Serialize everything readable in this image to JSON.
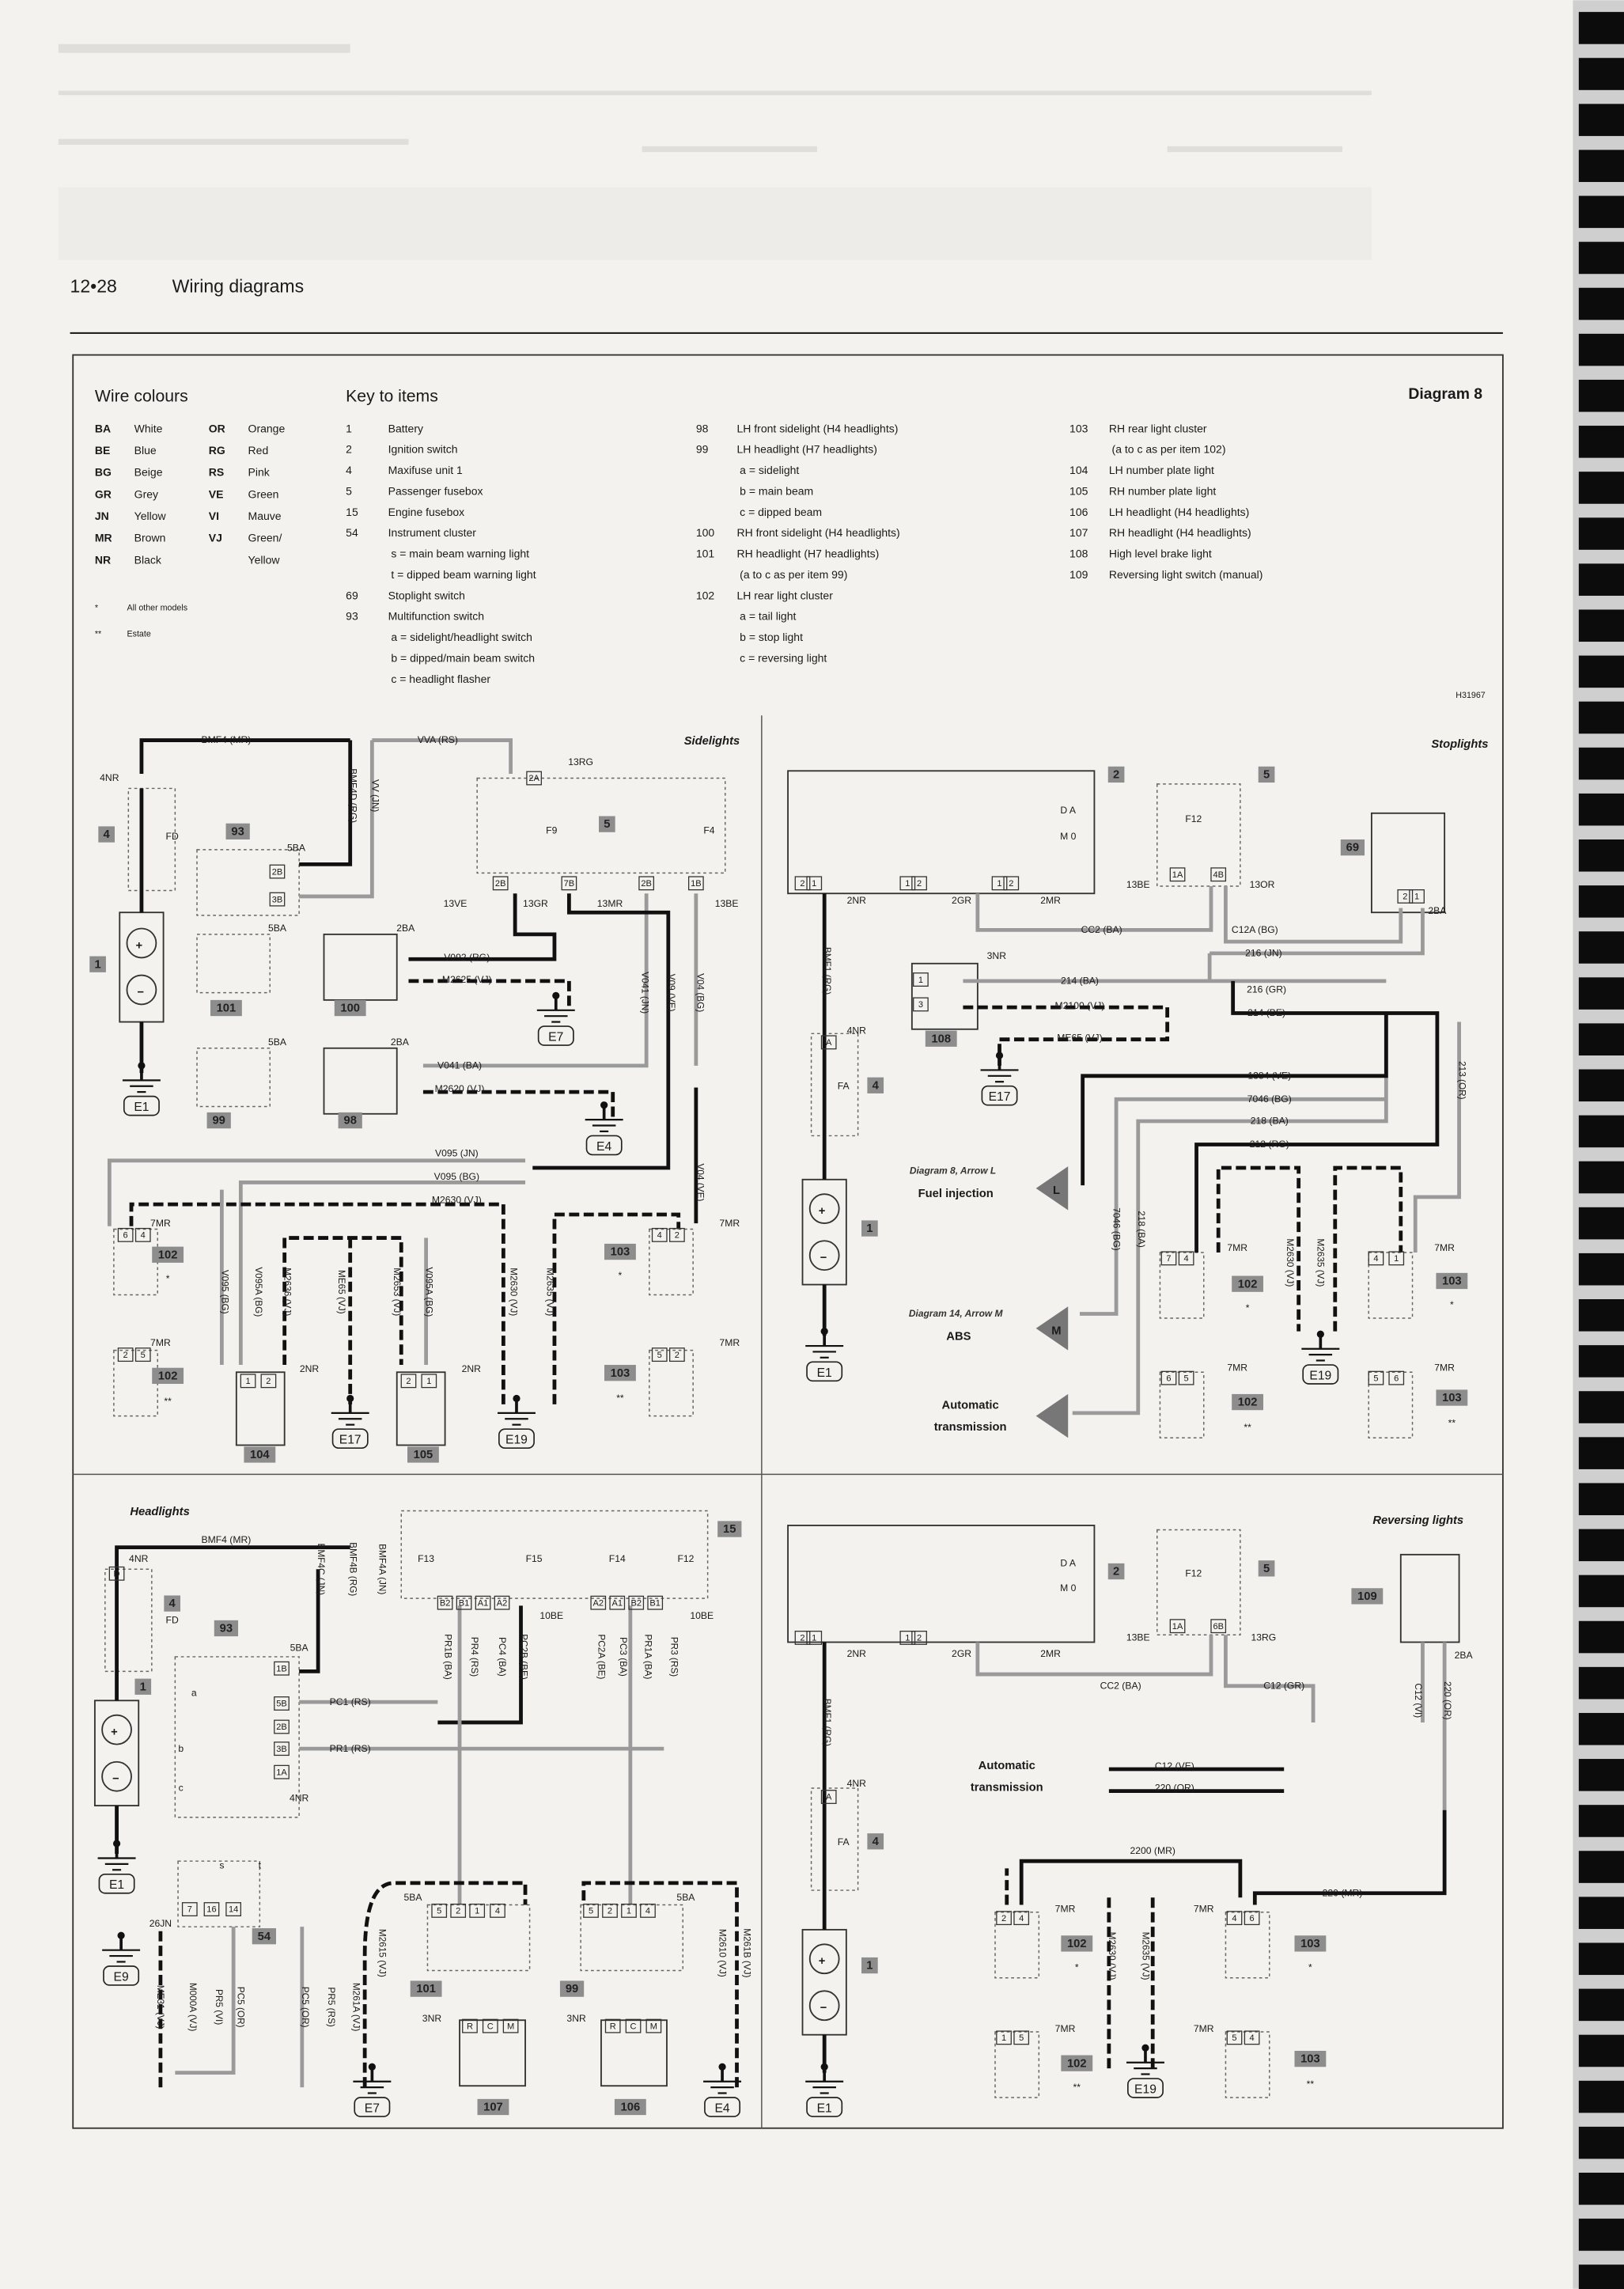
{
  "header": {
    "page": "12•28",
    "title": "Wiring diagrams"
  },
  "diagram_label": "Diagram 8",
  "drawing_code": "H31967",
  "wire_colours": {
    "heading": "Wire colours",
    "left": [
      {
        "code": "BA",
        "name": "White"
      },
      {
        "code": "BE",
        "name": "Blue"
      },
      {
        "code": "BG",
        "name": "Beige"
      },
      {
        "code": "GR",
        "name": "Grey"
      },
      {
        "code": "JN",
        "name": "Yellow"
      },
      {
        "code": "MR",
        "name": "Brown"
      },
      {
        "code": "NR",
        "name": "Black"
      }
    ],
    "right": [
      {
        "code": "OR",
        "name": "Orange"
      },
      {
        "code": "RG",
        "name": "Red"
      },
      {
        "code": "RS",
        "name": "Pink"
      },
      {
        "code": "VE",
        "name": "Green"
      },
      {
        "code": "VI",
        "name": "Mauve"
      },
      {
        "code": "VJ",
        "name": "Green/"
      },
      {
        "code": "",
        "name": "Yellow"
      }
    ],
    "notes": [
      {
        "symbol": "*",
        "text": "All other models"
      },
      {
        "symbol": "**",
        "text": "Estate"
      }
    ]
  },
  "key": {
    "heading": "Key to items",
    "columns": [
      [
        {
          "num": "1",
          "text": "Battery"
        },
        {
          "num": "2",
          "text": "Ignition switch"
        },
        {
          "num": "4",
          "text": "Maxifuse unit 1"
        },
        {
          "num": "5",
          "text": "Passenger fusebox"
        },
        {
          "num": "15",
          "text": "Engine fusebox"
        },
        {
          "num": "54",
          "text": "Instrument cluster"
        },
        {
          "num": "",
          "text": "s = main beam warning light"
        },
        {
          "num": "",
          "text": "t  = dipped beam warning light"
        },
        {
          "num": "69",
          "text": "Stoplight switch"
        },
        {
          "num": "93",
          "text": "Multifunction switch"
        },
        {
          "num": "",
          "text": "a = sidelight/headlight switch"
        },
        {
          "num": "",
          "text": "b = dipped/main beam switch"
        },
        {
          "num": "",
          "text": "c = headlight flasher"
        }
      ],
      [
        {
          "num": "98",
          "text": "LH front sidelight (H4 headlights)"
        },
        {
          "num": "99",
          "text": "LH headlight (H7 headlights)"
        },
        {
          "num": "",
          "text": "a = sidelight"
        },
        {
          "num": "",
          "text": "b = main beam"
        },
        {
          "num": "",
          "text": "c = dipped beam"
        },
        {
          "num": "100",
          "text": "RH front sidelight (H4 headlights)"
        },
        {
          "num": "101",
          "text": "RH headlight (H7 headlights)"
        },
        {
          "num": "",
          "text": "(a to c as per item 99)"
        },
        {
          "num": "102",
          "text": "LH rear light cluster"
        },
        {
          "num": "",
          "text": "a = tail light"
        },
        {
          "num": "",
          "text": "b = stop light"
        },
        {
          "num": "",
          "text": "c = reversing light"
        }
      ],
      [
        {
          "num": "103",
          "text": "RH rear light cluster"
        },
        {
          "num": "",
          "text": "(a to c as per item 102)"
        },
        {
          "num": "104",
          "text": "LH number plate light"
        },
        {
          "num": "105",
          "text": "RH number plate light"
        },
        {
          "num": "106",
          "text": "LH headlight (H4 headlights)"
        },
        {
          "num": "107",
          "text": "RH headlight (H4 headlights)"
        },
        {
          "num": "108",
          "text": "High level brake light"
        },
        {
          "num": "109",
          "text": "Reversing light switch (manual)"
        }
      ]
    ]
  },
  "panels": {
    "sidelights": {
      "labels": [
        "BMF4 (MR)",
        "VVA (RS)",
        "Sidelights",
        "4NR",
        "4",
        "FD",
        "93",
        "5BA",
        "2B",
        "3B",
        "1",
        "E1",
        "13RG",
        "2A",
        "F9",
        "5",
        "F4",
        "2B",
        "7B",
        "2B",
        "1B",
        "13VE",
        "13GR",
        "13MR",
        "13BE",
        "5BA",
        "2BA",
        "V092 (RG)",
        "M2625 (VJ)",
        "101",
        "100",
        "E7",
        "V041 (JN)",
        "V09 (VE)",
        "V04 (BG)",
        "5BA",
        "2BA",
        "V041 (BA)",
        "M2620 (VJ)",
        "99",
        "98",
        "E4",
        "V095 (JN)",
        "V095 (BG)",
        "M2630 (VJ)",
        "V04 (VE)",
        "7MR",
        "102",
        "*",
        "7MR",
        "102",
        "**",
        "V095 (BG)",
        "V095A (BG)",
        "M2636 (VJ)",
        "ME65 (VJ)",
        "M2653 (VJ)",
        "V095A (BG)",
        "M2630 (VJ)",
        "M2635 (VJ)",
        "2NR",
        "2NR",
        "104",
        "E17",
        "105",
        "E19",
        "7MR",
        "103",
        "*",
        "7MR",
        "103",
        "**",
        "6",
        "4",
        "2",
        "5",
        "1",
        "2",
        "2",
        "1",
        "4",
        "2",
        "5",
        "2",
        "BMF4D (RG)",
        "VV (JN)"
      ]
    },
    "stoplights": {
      "labels": [
        "Stoplights",
        "D A",
        "M 0",
        "2",
        "2",
        "1",
        "1",
        "2",
        "1",
        "2",
        "2NR",
        "2GR",
        "2MR",
        "F12",
        "5",
        "1A",
        "4B",
        "13BE",
        "13OR",
        "69",
        "2",
        "1",
        "2BA",
        "CC2 (BA)",
        "C12A (BG)",
        "216 (JN)",
        "BMF1 (RG)",
        "3NR",
        "1",
        "3",
        "214 (BA)",
        "M2100 (VJ)",
        "ME65 (VJ)",
        "108",
        "E17",
        "216 (GR)",
        "214 (BE)",
        "4NR",
        "A",
        "FA",
        "4",
        "1384 (VE)",
        "7046 (BG)",
        "218 (BA)",
        "212 (RG)",
        "213 (OR)",
        "Diagram 8, Arrow L",
        "Fuel injection",
        "L",
        "1",
        "7046 (BG)",
        "218 (BA)",
        "M2630 (VJ)",
        "M2635 (VJ)",
        "7",
        "4",
        "7MR",
        "102",
        "*",
        "4",
        "1",
        "7MR",
        "103",
        "*",
        "Diagram 14, Arrow M",
        "ABS",
        "M",
        "E1",
        "E19",
        "6",
        "5",
        "7MR",
        "102",
        "**",
        "5",
        "6",
        "7MR",
        "103",
        "**",
        "Automatic",
        "transmission"
      ]
    },
    "headlights": {
      "labels": [
        "Headlights",
        "BMF4 (MR)",
        "4NR",
        "D",
        "4",
        "FD",
        "1",
        "E1",
        "BMF4C (JN)",
        "BMF4B (RG)",
        "BMF4A (JN)",
        "93",
        "5BA",
        "1B",
        "5B",
        "2B",
        "3B",
        "1A",
        "a",
        "b",
        "c",
        "4NR",
        "PC1 (RS)",
        "PR1 (RS)",
        "15",
        "F13",
        "F15",
        "F14",
        "F12",
        "B2",
        "B1",
        "A1",
        "A2",
        "10BE",
        "A2",
        "A1",
        "B2",
        "B1",
        "10BE",
        "PR1B (BA)",
        "PR4 (RS)",
        "PC4 (BA)",
        "PC2B (BE)",
        "PC2A (BE)",
        "PC3 (BA)",
        "PR1A (BA)",
        "PR3 (RS)",
        "s",
        "t",
        "7",
        "16",
        "14",
        "54",
        "26JN",
        "E9",
        "ME31 (VJ)",
        "M000A (VJ)",
        "PR5 (VI)",
        "PC5 (OR)",
        "PC5 (OR)",
        "PR5 (RS)",
        "M261A (VJ)",
        "5BA",
        "5",
        "2",
        "1",
        "4",
        "M2615 (VJ)",
        "101",
        "3NR",
        "R",
        "C",
        "M",
        "107",
        "E7",
        "99",
        "5",
        "2",
        "1",
        "4",
        "5BA",
        "3NR",
        "R",
        "C",
        "M",
        "106",
        "E4",
        "M261B (VJ)",
        "M2610 (VJ)"
      ]
    },
    "reversing": {
      "labels": [
        "Reversing lights",
        "D A",
        "M 0",
        "2",
        "2",
        "1",
        "1",
        "2",
        "2NR",
        "2GR",
        "2MR",
        "F12",
        "5",
        "1A",
        "6B",
        "13BE",
        "13RG",
        "109",
        "2BA",
        "CC2 (BA)",
        "C12 (GR)",
        "C12 (VI)",
        "220 (OR)",
        "BMF1 (RG)",
        "4NR",
        "A",
        "FA",
        "4",
        "Automatic",
        "transmission",
        "C12 (VE)",
        "220 (OR)",
        "2200 (MR)",
        "220 (MR)",
        "2",
        "4",
        "7MR",
        "102",
        "*",
        "M2630 (VJ)",
        "M2635 (VJ)",
        "7MR",
        "4",
        "6",
        "103",
        "*",
        "1",
        "1",
        "5",
        "7MR",
        "102",
        "**",
        "E19",
        "7MR",
        "5",
        "4",
        "103",
        "**",
        "E1"
      ]
    }
  }
}
